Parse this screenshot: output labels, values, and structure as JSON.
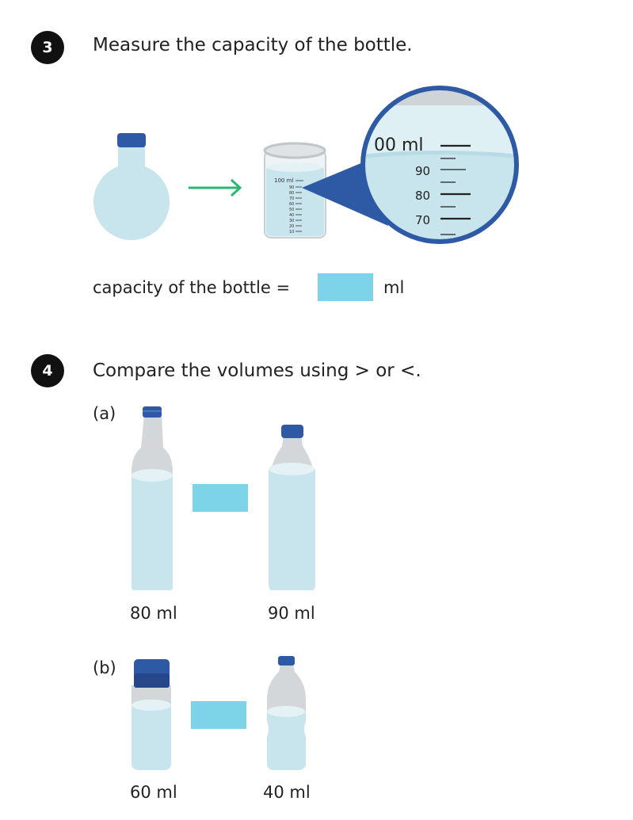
{
  "q3": {
    "number": "3",
    "instruction": "Measure the capacity of the bottle.",
    "beaker_top_label": "100 ml",
    "beaker_scale": [
      "90",
      "80",
      "70",
      "60",
      "50",
      "40",
      "30",
      "20",
      "10"
    ],
    "magnifier_labels": {
      "top": "00 ml",
      "l90": "90",
      "l80": "80",
      "l70": "70"
    },
    "answer_prefix": "capacity of the bottle =",
    "answer_unit": "ml",
    "answer_value": ""
  },
  "q4": {
    "number": "4",
    "instruction": "Compare the volumes using > or <.",
    "part_a": {
      "label": "(a)",
      "left_volume": "80 ml",
      "right_volume": "90 ml",
      "answer": ""
    },
    "part_b": {
      "label": "(b)",
      "left_volume": "60 ml",
      "right_volume": "40 ml",
      "answer": ""
    }
  },
  "colors": {
    "water": "#c8e4ec",
    "cap_blue": "#2e5aa5",
    "answer_box": "#7dd3e8",
    "arrow_green": "#2bb673",
    "bottle_grey": "#d4d7da"
  }
}
